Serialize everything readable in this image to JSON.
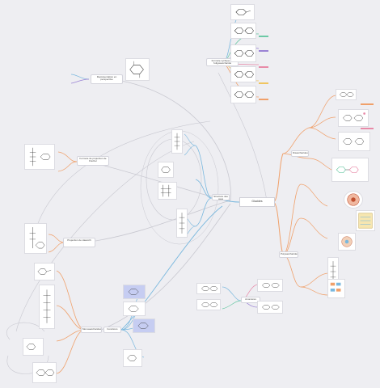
{
  "colors": {
    "background": "#eeeef2",
    "connector": "#c8c8d0",
    "orange": "#f0a06a",
    "blue": "#7ab8de",
    "green": "#6cc9a6",
    "pink": "#e88aa8",
    "purple": "#9a82d4",
    "yellow": "#f0c560",
    "highlight": "#aab4ec"
  },
  "central_topic": {
    "label": "Glucides"
  },
  "branch_nodes": [
    {
      "label": "Représentation en perspective"
    },
    {
      "label": "Formule de projection de Fischer"
    },
    {
      "label": "Projection de Haworth"
    },
    {
      "label": "Formule cyclique de l'oligosaccharide"
    },
    {
      "label": "Structure des oses"
    },
    {
      "label": "Anomères"
    },
    {
      "label": "Monosaccharides"
    },
    {
      "label": "Disaccharides"
    },
    {
      "label": "Polysaccharides"
    },
    {
      "label": "Fonctions"
    }
  ]
}
